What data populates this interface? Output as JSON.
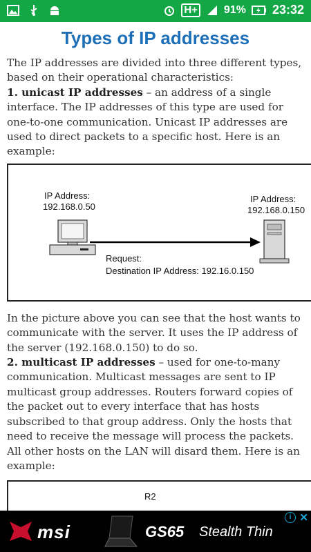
{
  "status_bar": {
    "battery": "91%",
    "network": "H+",
    "time": "23:32"
  },
  "article": {
    "title": "Types of IP addresses",
    "intro": "The IP addresses are divided into three different types, based on their operational characteristics:",
    "unicast_heading": "1. unicast IP addresses",
    "unicast_text": " – an address of a single interface. The IP addresses of this type are used for one-to-one communication. Unicast IP addresses are used to direct packets to a specific host. Here is an example:",
    "figure1": {
      "host_label": "IP Address:",
      "host_ip": "192.168.0.50",
      "server_label": "IP Address:",
      "server_ip": "192.168.0.150",
      "request_label": "Request:",
      "destination_label": "Destination IP Address: 192.16.0.150"
    },
    "after_figure": "In the picture above you can see that the host wants to communicate with the server. It uses the IP address of the server (192.168.0.150) to do so.",
    "multicast_heading": "2. multicast IP addresses",
    "multicast_text": " – used for one-to-many communication. Multicast messages are sent to IP multicast group addresses. Routers forward copies of the packet out to every interface that has hosts subscribed to that group address. Only the hosts that need to receive the message will process the packets. All other hosts on the LAN will disard them. Here is an example:",
    "figure2": {
      "router_label": "R2"
    }
  },
  "ad": {
    "brand": "msi",
    "model": "GS65",
    "tagline": "Stealth Thin",
    "info_icon": "info-icon",
    "close_icon": "close-icon"
  }
}
